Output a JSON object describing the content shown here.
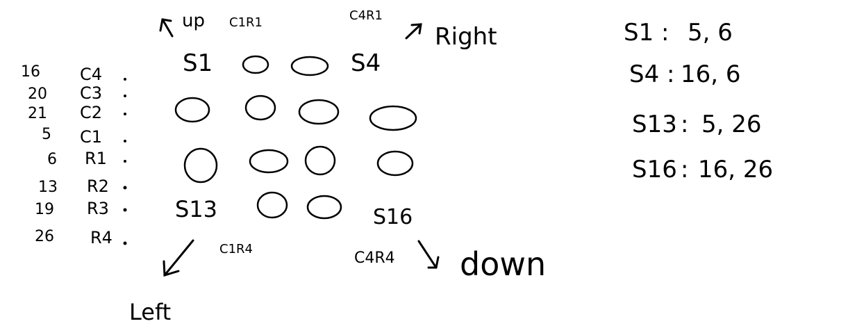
{
  "diagram": {
    "directions": {
      "up": {
        "word": "up",
        "corner": "C1R1"
      },
      "right": {
        "word": "Right",
        "corner": "C4R1"
      },
      "left": {
        "word": "Left",
        "corner": "C1R4"
      },
      "down": {
        "word": "down",
        "corner": "C4R4"
      }
    },
    "pins": [
      {
        "num": "16",
        "name": "C4"
      },
      {
        "num": "20",
        "name": "C3"
      },
      {
        "num": "21",
        "name": "C2"
      },
      {
        "num": "5",
        "name": "C1"
      },
      {
        "num": "6",
        "name": "R1"
      },
      {
        "num": "13",
        "name": "R2"
      },
      {
        "num": "19",
        "name": "R3"
      },
      {
        "num": "26",
        "name": "R4"
      }
    ],
    "grid_labels": {
      "s1": "S1",
      "s4": "S4",
      "s13": "S13",
      "s16": "S16"
    },
    "mapping": [
      {
        "switch": "S1",
        "pins": "5, 6"
      },
      {
        "switch": "S4",
        "pins": "16, 6"
      },
      {
        "switch": "S13",
        "pins": "5, 26"
      },
      {
        "switch": "S16",
        "pins": "16, 26"
      }
    ]
  }
}
